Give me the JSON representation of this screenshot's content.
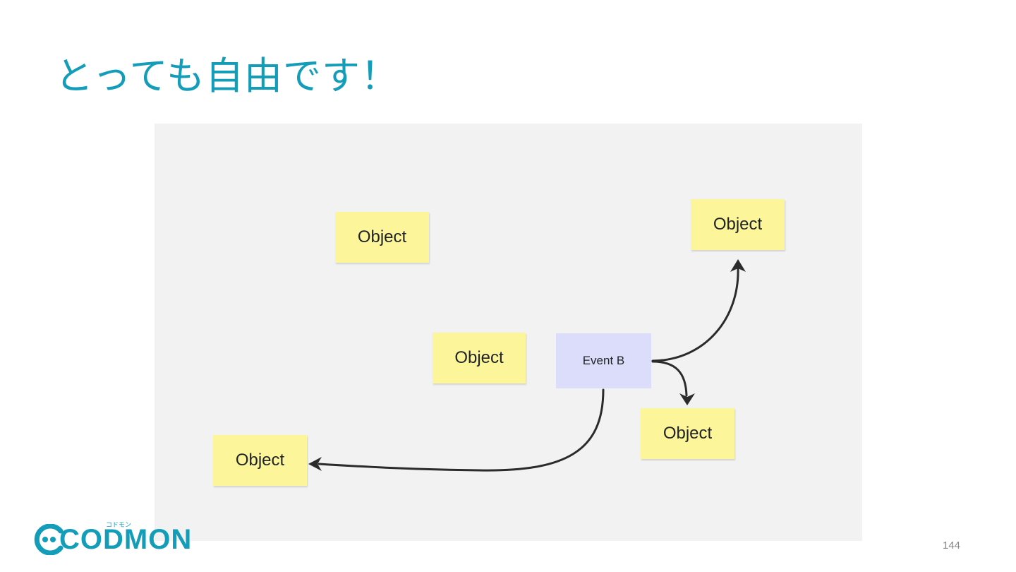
{
  "slide": {
    "title": "とっても自由です！",
    "page_number": "144"
  },
  "board": {
    "stickies": [
      {
        "id": "object-1",
        "label": "Object"
      },
      {
        "id": "object-2",
        "label": "Object"
      },
      {
        "id": "object-3",
        "label": "Object"
      },
      {
        "id": "object-4",
        "label": "Object"
      },
      {
        "id": "object-5",
        "label": "Object"
      }
    ],
    "event": {
      "label": "Event B"
    },
    "edges": [
      {
        "from": "Event B",
        "to": "object-2"
      },
      {
        "from": "Event B",
        "to": "object-4"
      },
      {
        "from": "Event B",
        "to": "object-5"
      }
    ]
  },
  "logo": {
    "text": "CODMON",
    "ruby": "コドモン"
  },
  "colors": {
    "title": "#139db8",
    "sticky": "#fdf59a",
    "event": "#dcdcfb",
    "board": "#f2f2f2",
    "arrow": "#2b2b2b"
  }
}
